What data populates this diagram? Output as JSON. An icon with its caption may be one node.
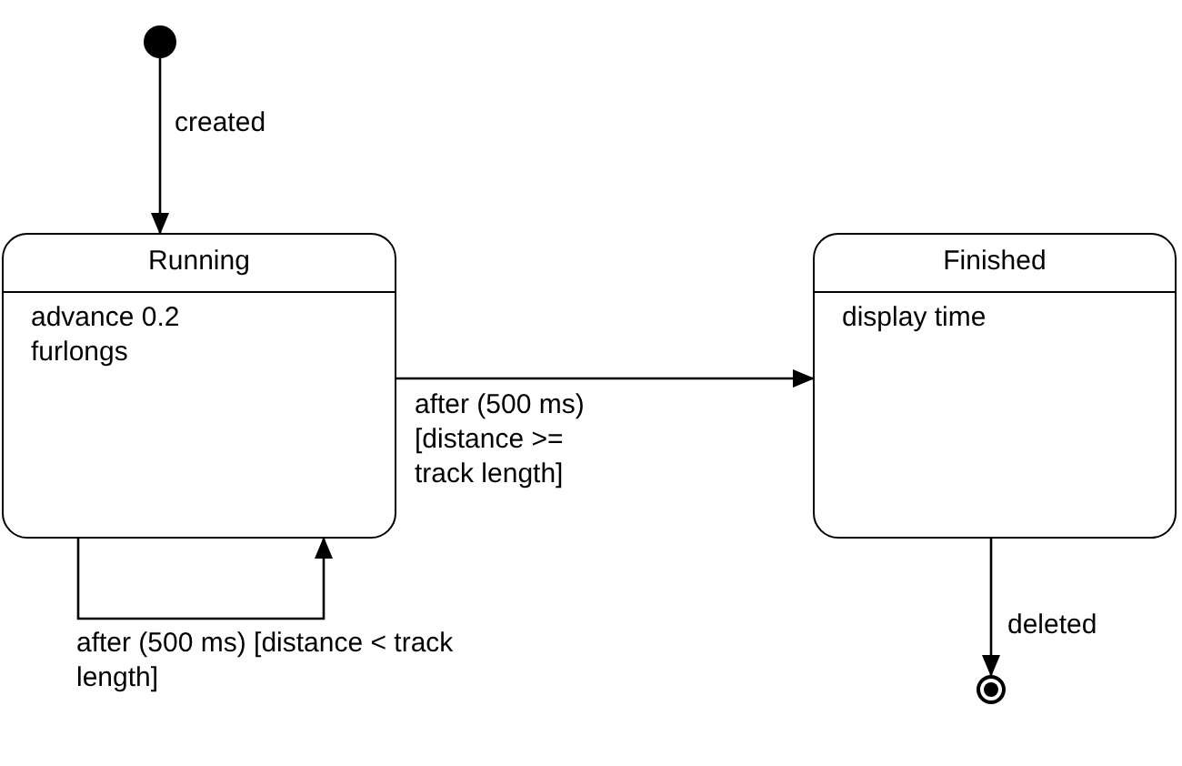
{
  "diagram": {
    "nodes": [
      {
        "text": [],
        "shape": "circle"
      },
      {
        "text": [
          "Running",
          "advance 0.2 furlongs"
        ]
      },
      {
        "text": [
          "Finished",
          "display time"
        ]
      },
      {
        "text": [],
        "shape": "circle"
      }
    ],
    "edges": [
      {
        "from": 0,
        "to": 1,
        "arrow": "to",
        "label": "created"
      },
      {
        "from": 1,
        "to": 2,
        "arrow": "to",
        "label": "after (500 ms) [distance >= track length]"
      },
      {
        "from": 1,
        "to": 1,
        "arrow": "to",
        "label": "after (500 ms) [distance < track length]"
      },
      {
        "from": 2,
        "to": 3,
        "arrow": "to",
        "label": "deleted"
      }
    ]
  }
}
